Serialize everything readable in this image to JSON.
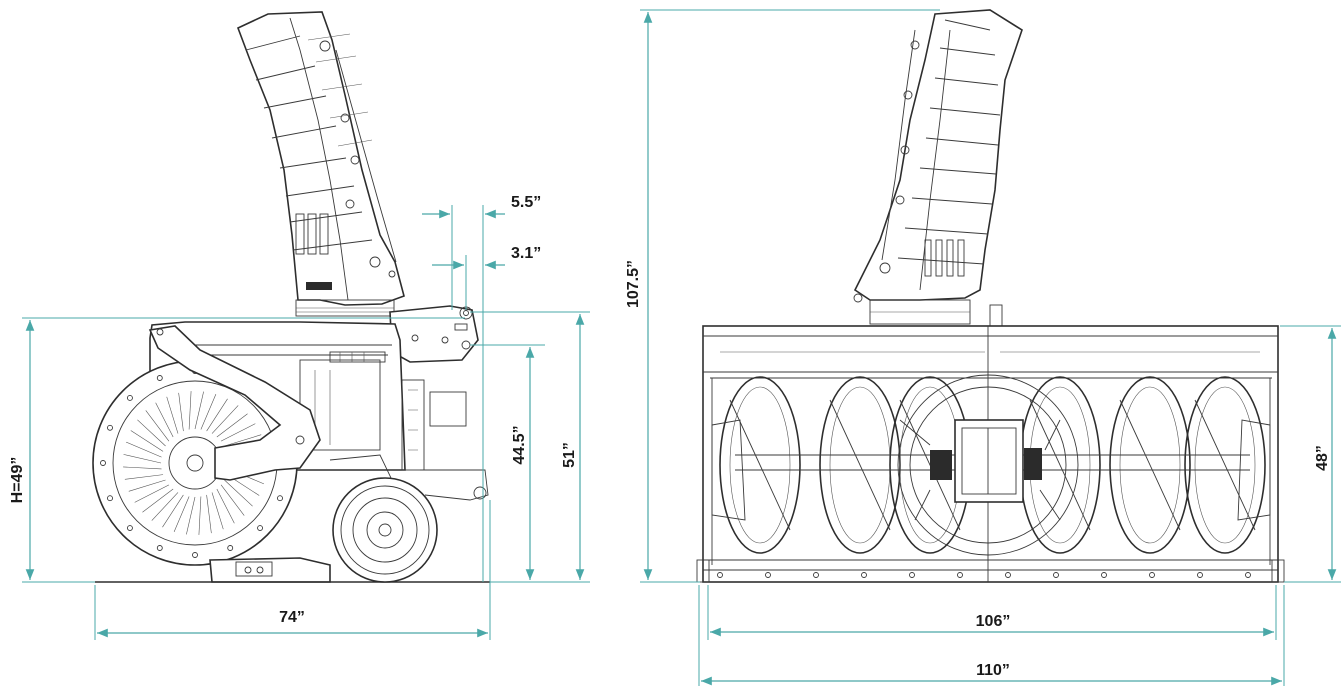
{
  "colors": {
    "dimension_line": "#4aa8a8",
    "linework": "#2e2e2e",
    "text": "#1a1a1a"
  },
  "side_view": {
    "height_overall": "H=49”",
    "length": "74”",
    "height_hitch_top": "51”",
    "height_hitch_mid": "44.5”",
    "offset_large": "5.5”",
    "offset_small": "3.1”"
  },
  "front_view": {
    "height_with_chute": "107.5”",
    "housing_height": "48”",
    "inner_width": "106”",
    "overall_width": "110”"
  }
}
